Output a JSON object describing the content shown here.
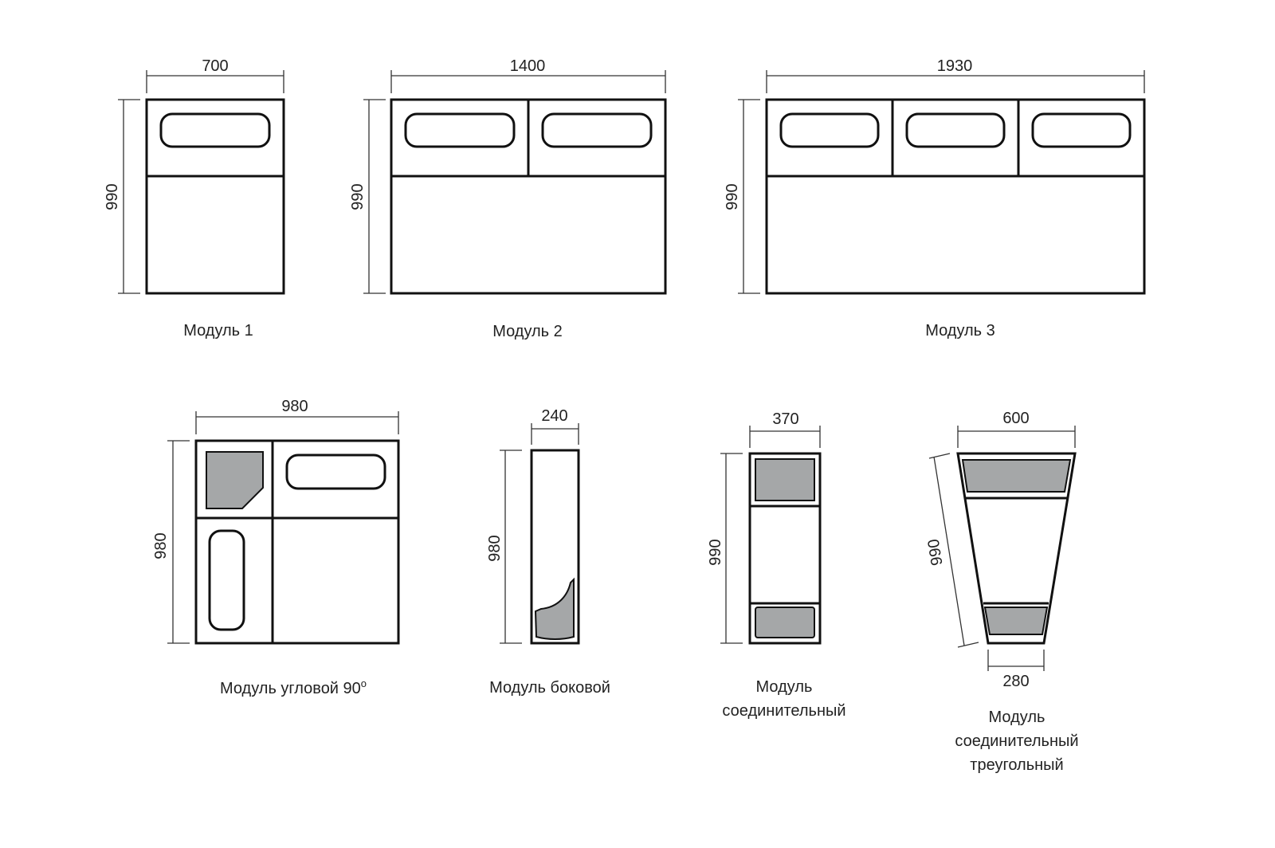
{
  "modules": [
    {
      "caption": "Модуль 1",
      "width": "700",
      "height": "990"
    },
    {
      "caption": "Модуль 2",
      "width": "1400",
      "height": "990"
    },
    {
      "caption": "Модуль 3",
      "width": "1930",
      "height": "990"
    },
    {
      "caption": "Модуль угловой 90",
      "caption_sup": "о",
      "width": "980",
      "height": "980"
    },
    {
      "caption": "Модуль боковой",
      "width": "240",
      "height": "980"
    },
    {
      "caption_lines": [
        "Модуль",
        "соединительный"
      ],
      "width": "370",
      "height": "990"
    },
    {
      "caption_lines": [
        "Модуль",
        "соединительный",
        "треугольный"
      ],
      "width": "600",
      "height": "990",
      "bottom_width": "280"
    }
  ]
}
